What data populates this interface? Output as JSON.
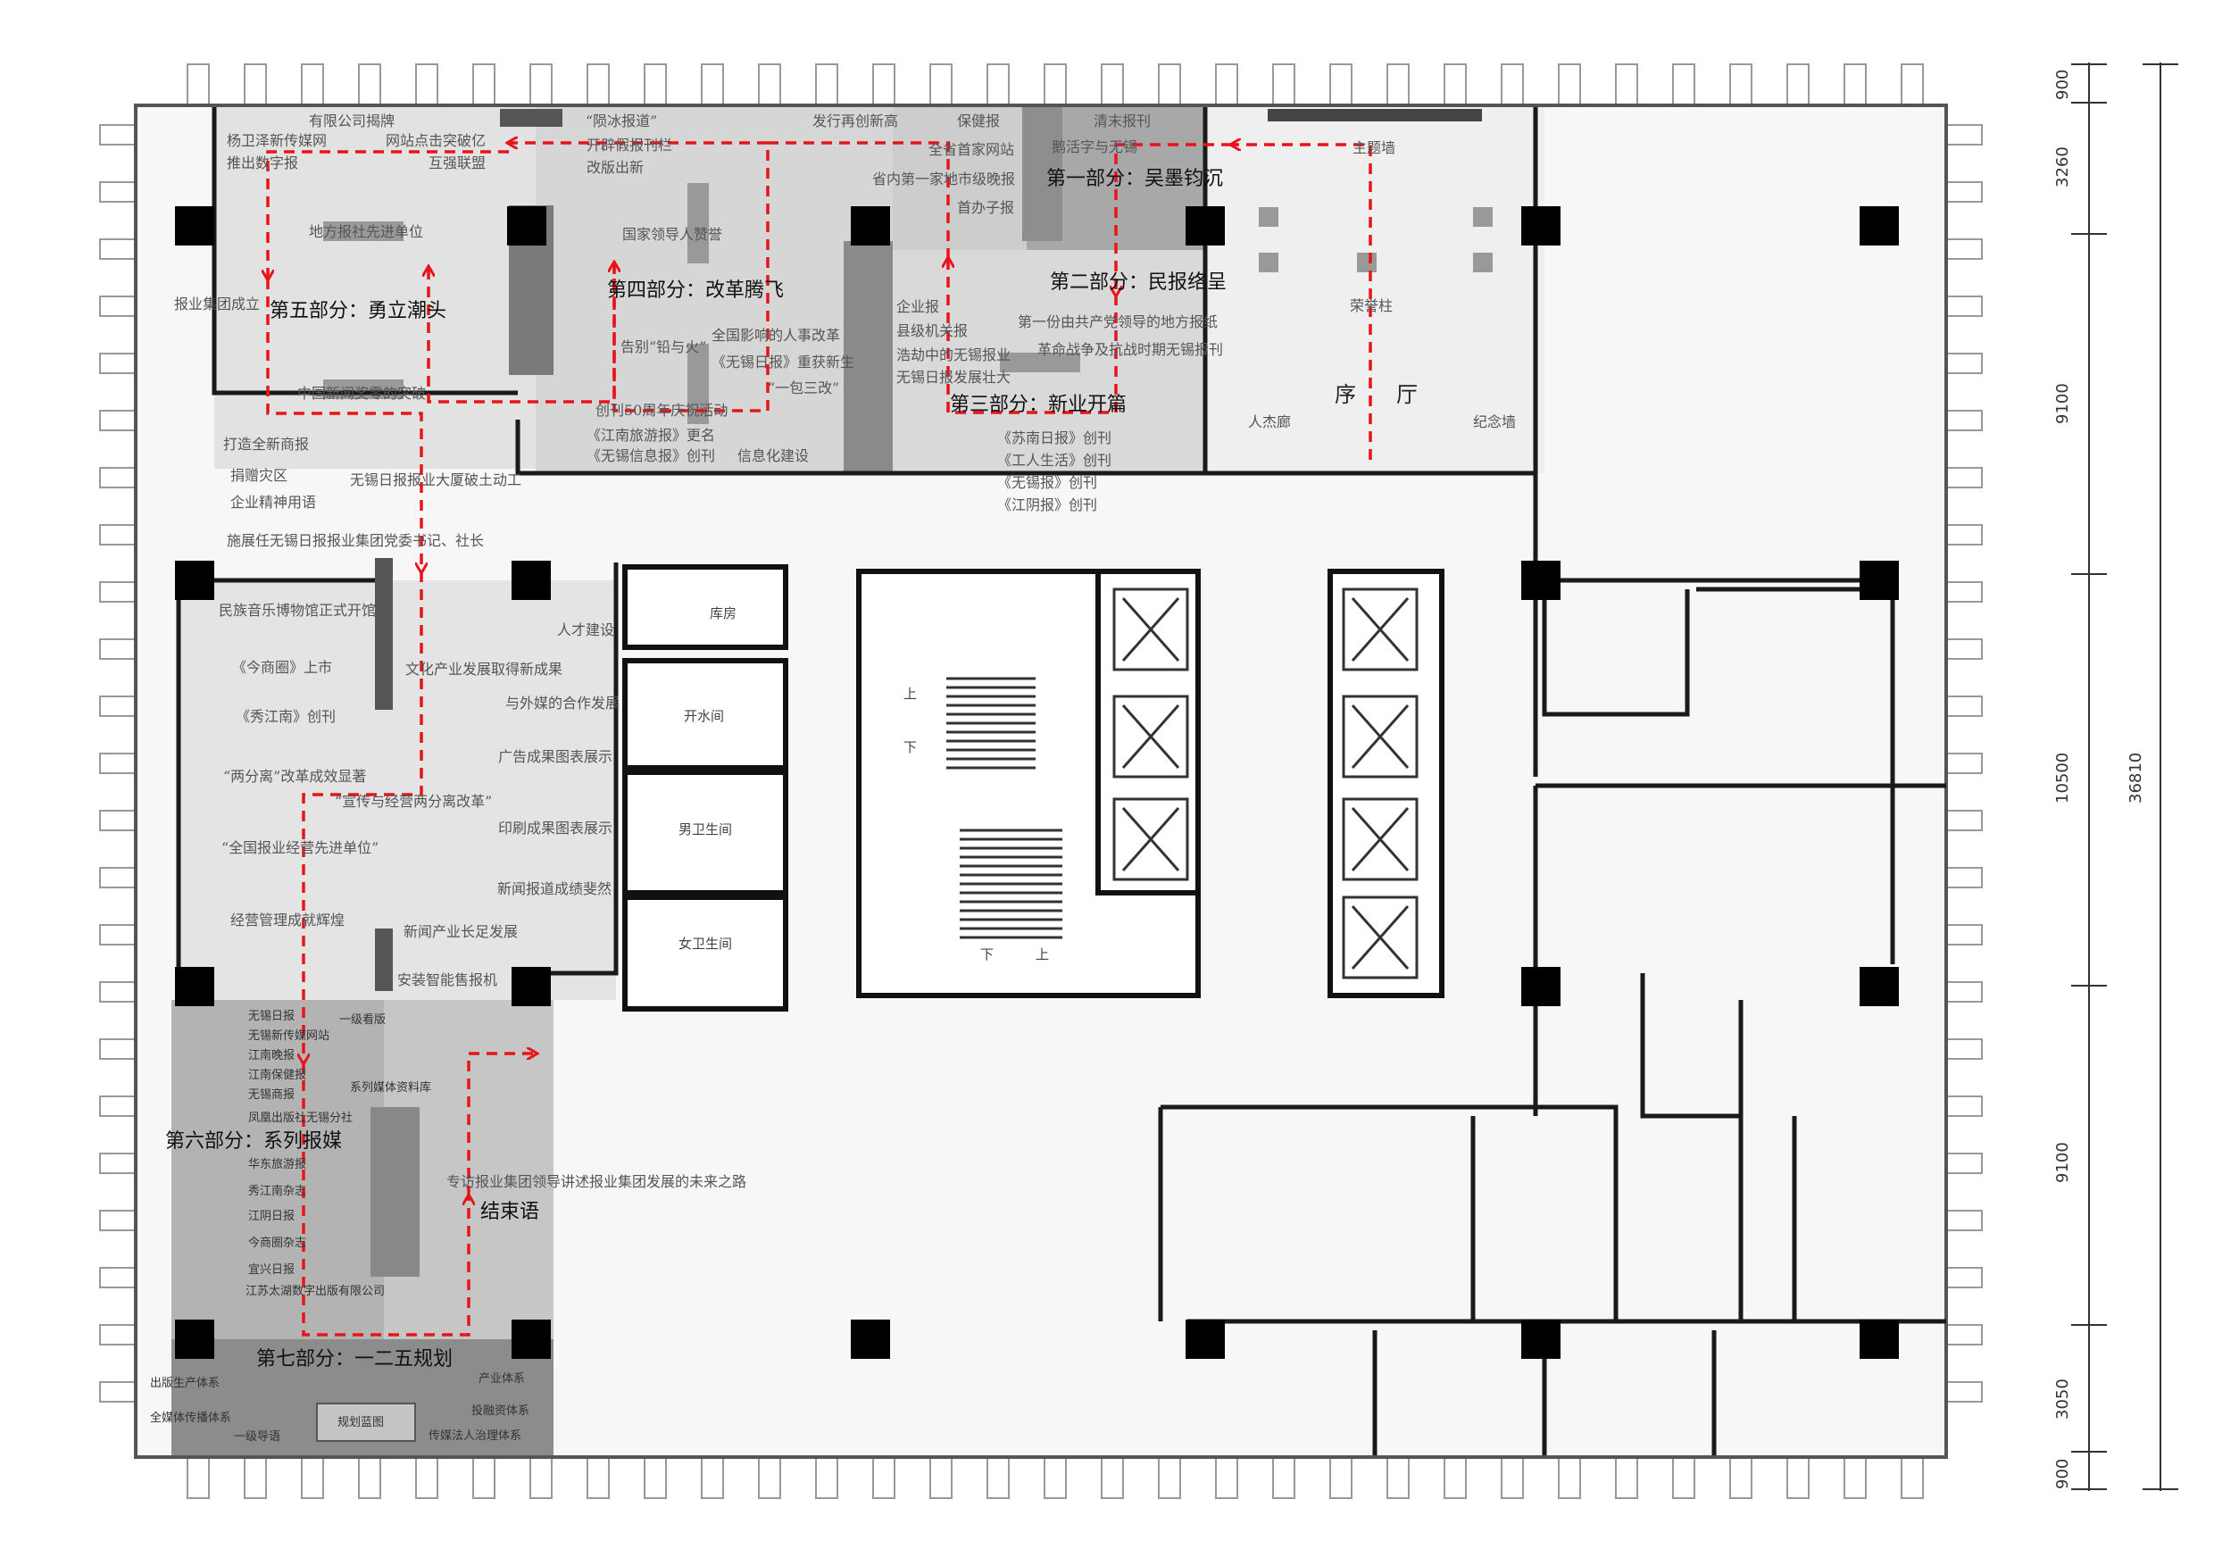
{
  "sections": {
    "s1": "第一部分：吴墨钧沉",
    "s2": "第二部分：民报络呈",
    "s3": "第三部分：新业开篇",
    "s4": "第四部分：改革腾飞",
    "s5": "第五部分：勇立潮头",
    "s6": "第六部分：系列报媒",
    "s7": "第七部分：一二五规划",
    "end": "结束语",
    "hall_a": "序",
    "hall_b": "厅"
  },
  "labels": {
    "l01": "有限公司揭牌",
    "l02": "杨卫泽新传媒网",
    "l03": "网站点击突破亿",
    "l04": "推出数字报",
    "l05": "互强联盟",
    "l06": "地方报社先进单位",
    "l07": "报业集团成立",
    "l08": "中国新闻奖零的突破",
    "l09": "“陨冰报道”",
    "l10": "开辟假报刊栏",
    "l11": "改版出新",
    "l12": "国家领导人赞誉",
    "l13": "告别“铅与火”",
    "l14": "全国影响的人事改革",
    "l15": "《无锡日报》重获新生",
    "l16": "“一包三改”",
    "l17": "创刊50周年庆祝活动",
    "l18": "《江南旅游报》更名",
    "l19": "《无锡信息报》创刊",
    "l20": "信息化建设",
    "l21": "发行再创新高",
    "l22": "保健报",
    "l23": "全省首家网站",
    "l24": "省内第一家地市级晚报",
    "l25": "首办子报",
    "l26": "企业报",
    "l27": "县级机关报",
    "l28": "浩劫中的无锡报业",
    "l29": "无锡日报发展壮大",
    "l30": "清末报刊",
    "l31": "鹅活字与无锡",
    "l32": "第一份由共产党领导的地方报纸",
    "l33": "革命战争及抗战时期无锡报刊",
    "l34": "《苏南日报》创刊",
    "l35": "《工人生活》创刊",
    "l36": "《无锡报》创刊",
    "l37": "《江阴报》创刊",
    "l38": "主题墙",
    "l39": "荣誉柱",
    "l40": "人杰廊",
    "l41": "纪念墙",
    "l42": "打造全新商报",
    "l43": "捐赠灾区",
    "l44": "企业精神用语",
    "l45": "无锡日报报业大厦破土动工",
    "l46": "施展任无锡日报报业集团党委书记、社长",
    "l47": "民族音乐博物馆正式开馆",
    "l48": "人才建设",
    "l49": "《今商圈》上市",
    "l50": "文化产业发展取得新成果",
    "l51": "与外媒的合作发展",
    "l52": "《秀江南》创刊",
    "l53": "广告成果图表展示",
    "l54": "“两分离”改革成效显著",
    "l55": "“宣传与经营两分离改革”",
    "l56": "印刷成果图表展示",
    "l57": "“全国报业经营先进单位”",
    "l58": "新闻报道成绩斐然",
    "l59": "经营管理成就辉煌",
    "l60": "新闻产业长足发展",
    "l61": "安装智能售报机",
    "l62": "无锡日报",
    "l63": "无锡新传媒网站",
    "l64": "江南晚报",
    "l65": "江南保健报",
    "l66": "无锡商报",
    "l67": "凤凰出版社无锡分社",
    "l68": "华东旅游报",
    "l69": "秀江南杂志",
    "l70": "江阴日报",
    "l71": "今商圈杂志",
    "l72": "宜兴日报",
    "l73": "江苏太湖数字出版有限公司",
    "l74": "一级看版",
    "l75": "系列媒体资料库",
    "l76": "专访报业集团领导讲述报业集团发展的未来之路",
    "l77": "出版生产体系",
    "l78": "全媒体传播体系",
    "l79": "一级导语",
    "l80": "规划蓝图",
    "l81": "产业体系",
    "l82": "投融资体系",
    "l83": "传媒法人治理体系"
  },
  "rooms": {
    "storage": "库房",
    "boiler": "开水间",
    "mens": "男卫生间",
    "womens": "女卫生间",
    "up": "上",
    "down": "下"
  },
  "dimensions": {
    "d1": "900",
    "d2": "3260",
    "d3": "9100",
    "d4": "10500",
    "d5": "9100",
    "d6": "3050",
    "d7": "900",
    "total": "36810"
  },
  "colors": {
    "route": "#e8141b",
    "wall": "#1a1a1a",
    "zone_light": "#e6e6e6",
    "zone_mid": "#cfcfcf",
    "zone_dark": "#9a9a9a"
  }
}
